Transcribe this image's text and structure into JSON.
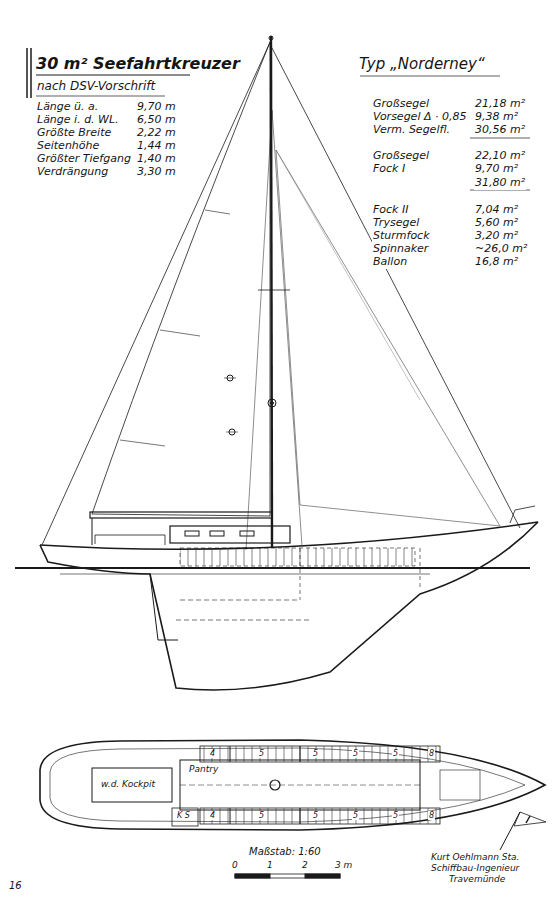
{
  "diagram": {
    "title": "30 m² Seefahrtkreuzer",
    "labels": [
      "Typ „Norderney“",
      "nach DSV-Vorschrift",
      "Länge ü. a.",
      "9,70 m",
      "Länge i. d. WL.",
      "6,50 m",
      "Größte Breite",
      "2,22 m",
      "Seitenhöhe",
      "1,44 m",
      "Größter Tiefgang",
      "1,40 m",
      "Verdrängung",
      "3,30 m",
      "Großsegel",
      "21,18 m²",
      "Vorsegel Δ · 0,85",
      "9,38 m²",
      "Verm. Segelfl.",
      "30,56 m²",
      "Großsegel",
      "22,10 m²",
      "Fock I",
      "9,70 m²",
      "31,80 m²",
      "Fock II",
      "7,04 m²",
      "Trysegel",
      "5,60 m²",
      "Sturmfock",
      "3,20 m²",
      "Spinnaker",
      "~26,0 m²",
      "Ballon",
      "16,8 m²",
      "w.d. Kockpit",
      "Pantry",
      "K S",
      "4",
      "5",
      "5",
      "5",
      "5",
      "8",
      "4",
      "5",
      "5",
      "5",
      "5",
      "8",
      "Maßstab: 1:60",
      "0",
      "1",
      "2",
      "3 m",
      "Kurt Oehlmann Sta.",
      "Schiffbau-Ingenieur",
      "Travemünde",
      "16"
    ]
  }
}
